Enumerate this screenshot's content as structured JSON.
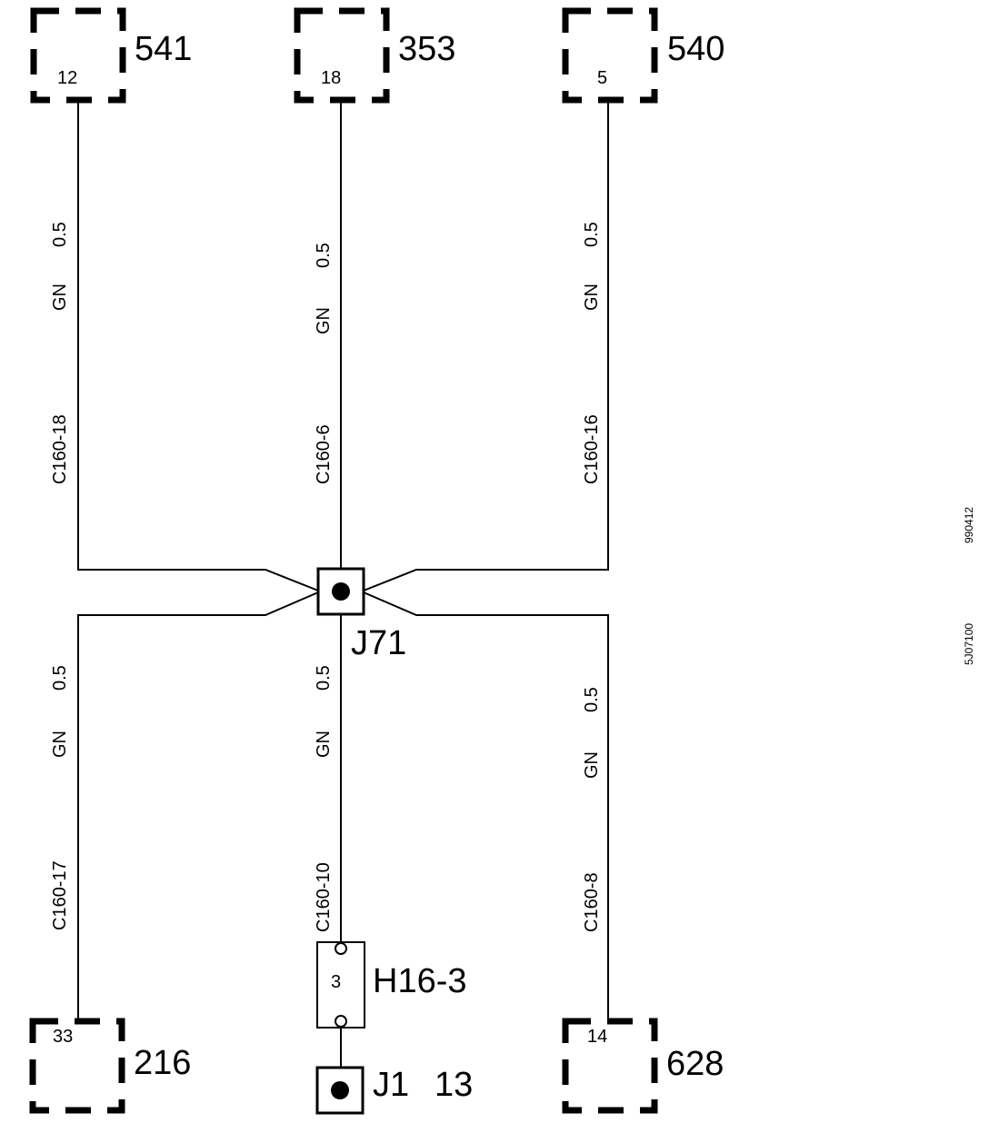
{
  "components": {
    "c541": {
      "id": "541",
      "pin": "12"
    },
    "c353": {
      "id": "353",
      "pin": "18"
    },
    "c540": {
      "id": "540",
      "pin": "5"
    },
    "c216": {
      "id": "216",
      "pin": "33"
    },
    "c628": {
      "id": "628",
      "pin": "14"
    }
  },
  "wires": {
    "w_541": {
      "size": "0.5",
      "color": "GN",
      "connector": "C160-18"
    },
    "w_353": {
      "size": "0.5",
      "color": "GN",
      "connector": "C160-6"
    },
    "w_540": {
      "size": "0.5",
      "color": "GN",
      "connector": "C160-16"
    },
    "w_216": {
      "size": "0.5",
      "color": "GN",
      "connector": "C160-17"
    },
    "w_h16": {
      "size": "0.5",
      "color": "GN",
      "connector": "C160-10"
    },
    "w_628": {
      "size": "0.5",
      "color": "GN",
      "connector": "C160-8"
    }
  },
  "splice": {
    "label": "J71"
  },
  "connector_h16": {
    "label": "H16-3",
    "pin": "3"
  },
  "ground_j1": {
    "label": "J1",
    "pin": "13"
  },
  "side_codes": {
    "top": "990412",
    "bottom": "5J07100"
  }
}
